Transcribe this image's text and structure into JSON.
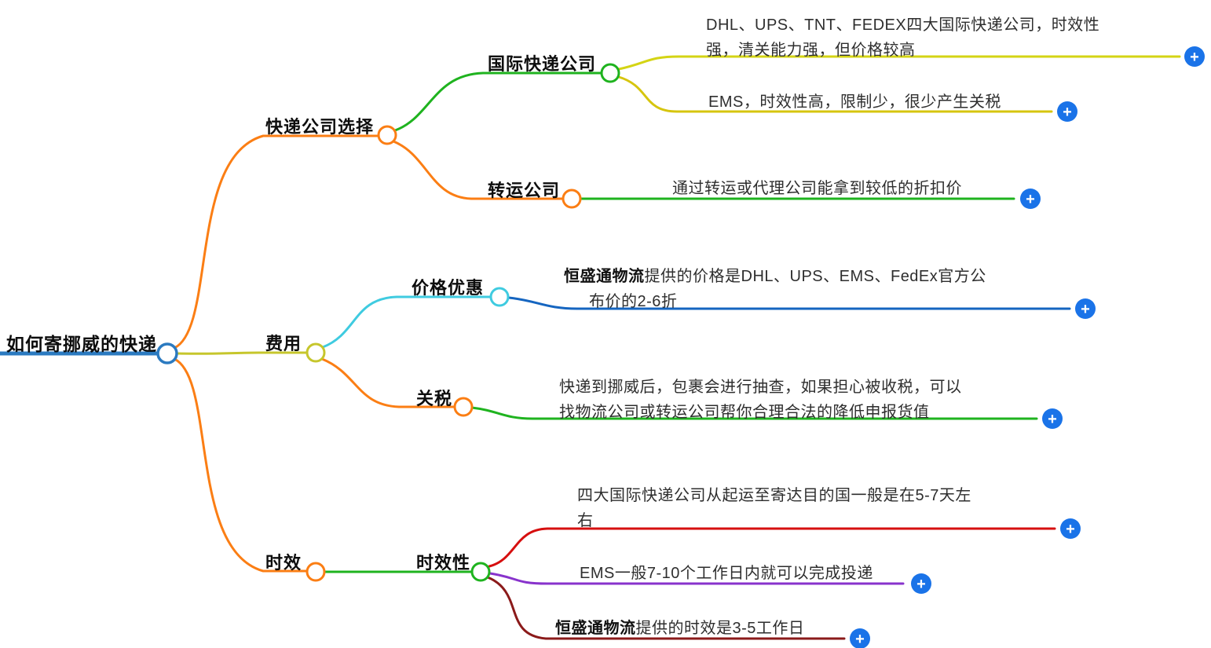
{
  "root": {
    "label": "如何寄挪威的快递"
  },
  "branches": {
    "company": {
      "label": "快递公司选择",
      "intl": {
        "label": "国际快递公司",
        "leaf1": "DHL、UPS、TNT、FEDEX四大国际快递公司，时效性\n强，清关能力强，但价格较高",
        "leaf2": "EMS，时效性高，限制少，很少产生关税"
      },
      "transfer": {
        "label": "转运公司",
        "leaf": "通过转运或代理公司能拿到较低的折扣价"
      }
    },
    "cost": {
      "label": "费用",
      "discount": {
        "label": "价格优惠",
        "leaf_bold": "恒盛通物流",
        "leaf_rest": "提供的价格是DHL、UPS、EMS、FedEx官方公\n布价的2-6折"
      },
      "tariff": {
        "label": "关税",
        "leaf": "快递到挪威后，包裹会进行抽查，如果担心被收税，可以\n找物流公司或转运公司帮你合理合法的降低申报货值"
      }
    },
    "time": {
      "label": "时效",
      "sub": {
        "label": "时效性",
        "leaf1": "四大国际快递公司从起运至寄达目的国一般是在5-7天左\n右",
        "leaf2": "EMS一般7-10个工作日内就可以完成投递",
        "leaf3_bold": "恒盛通物流",
        "leaf3_rest": "提供的时效是3-5工作日"
      }
    }
  },
  "icons": {
    "expand_label": "+"
  },
  "colors": {
    "root_blue": "#2b7ac0",
    "orange": "#fb7e14",
    "green": "#1fb31f",
    "yellow_green": "#d4d414",
    "yellow": "#d6c50e",
    "olive": "#c6c62c",
    "cyan": "#3fcbe0",
    "blue": "#1565c0",
    "red": "#d60f0f",
    "purple": "#8833cc",
    "maroon": "#8b1a1a",
    "plus_blue": "#1a73e8",
    "white": "#ffffff"
  }
}
